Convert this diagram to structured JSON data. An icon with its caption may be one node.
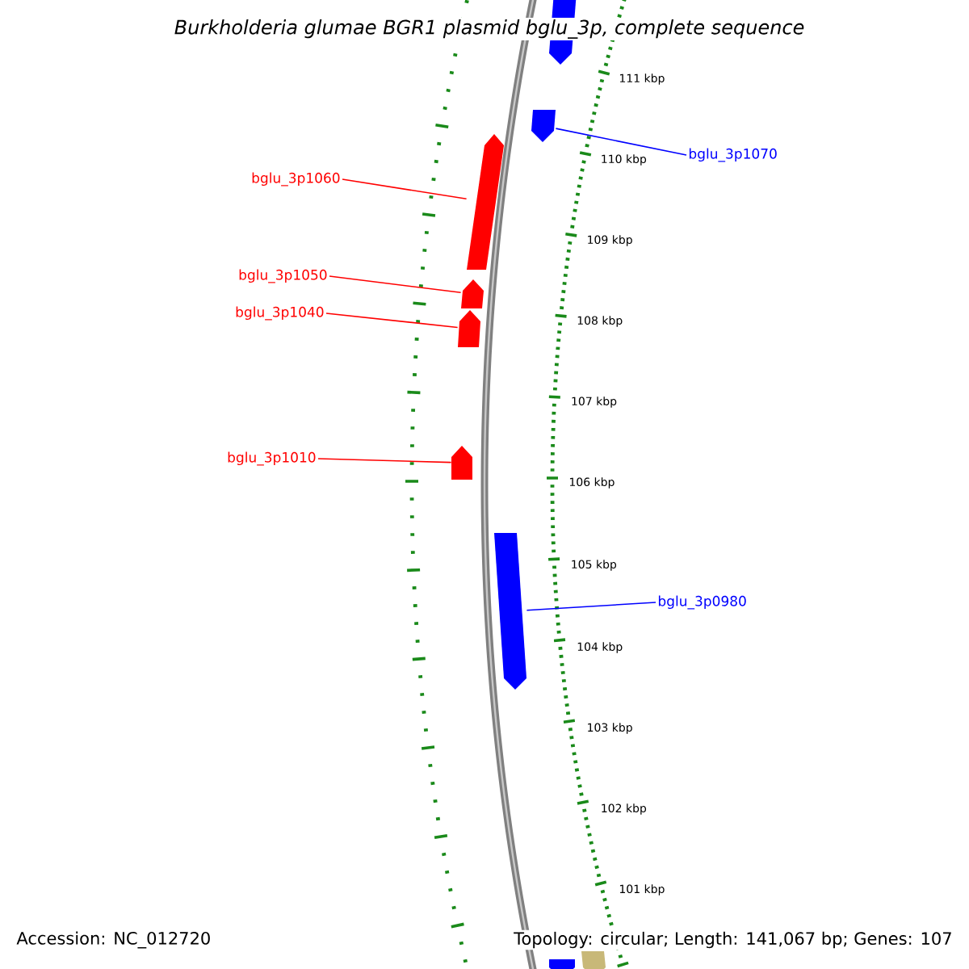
{
  "diagram": {
    "title": "Burkholderia glumae BGR1 plasmid bglu_3p, complete sequence",
    "nodes": [
      {
        "text": [
          "bglu_3p1060"
        ]
      },
      {
        "text": [
          "bglu_3p1070"
        ]
      },
      {
        "text": [
          "bglu_3p1050"
        ]
      },
      {
        "text": [
          "bglu_3p1040"
        ]
      },
      {
        "text": [
          "bglu_3p1010"
        ]
      },
      {
        "text": [
          "bglu_3p0980"
        ]
      },
      {
        "text": [],
        "shape": "pentagon"
      },
      {
        "text": [],
        "shape": "pentagon"
      },
      {
        "text": [],
        "shape": "pentagon"
      },
      {
        "text": [],
        "shape": "pentagon"
      },
      {
        "text": [],
        "shape": "pentagon"
      },
      {
        "text": [],
        "shape": "pentagon"
      },
      {
        "text": [],
        "shape": "pentagon"
      },
      {
        "text": [],
        "shape": "pentagon"
      },
      {
        "text": [],
        "shape": "pentagon"
      }
    ],
    "edges": [
      {
        "from": 0,
        "to": 8,
        "arrow": "none"
      },
      {
        "from": 1,
        "to": 7,
        "arrow": "none",
        "color": "#0000ff"
      },
      {
        "from": 2,
        "to": 9,
        "arrow": "none"
      },
      {
        "from": 3,
        "to": 10,
        "arrow": "none"
      },
      {
        "from": 4,
        "to": 11,
        "arrow": "none"
      },
      {
        "from": 5,
        "to": 12,
        "arrow": "none",
        "color": "#0000ff"
      }
    ],
    "labels": [
      "111 kbp",
      "110 kbp",
      "109 kbp",
      "108 kbp",
      "107 kbp",
      "106 kbp",
      "105 kbp",
      "104 kbp",
      "103 kbp",
      "102 kbp",
      "101 kbp",
      "Accession: NC_012720",
      "Topology: circular; Length: 141,067 bp; Genes: 107"
    ]
  }
}
